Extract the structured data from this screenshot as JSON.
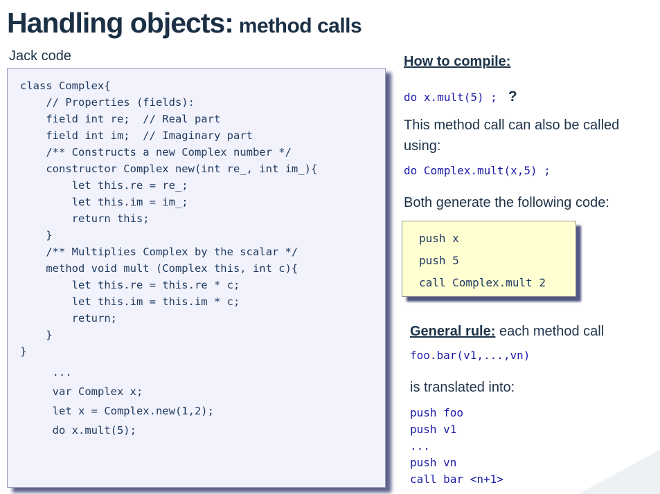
{
  "slide": {
    "title_main": "Handling objects:",
    "title_sub": " method calls"
  },
  "left": {
    "label": "Jack code",
    "code_main": "class Complex{\n    // Properties (fields):\n    field int re;  // Real part\n    field int im;  // Imaginary part\n    /** Constructs a new Complex number */\n    constructor Complex new(int re_, int im_){\n        let this.re = re_;\n        let this.im = im_;\n        return this;\n    }\n    /** Multiplies Complex by the scalar */\n    method void mult (Complex this, int c){\n        let this.re = this.re * c;\n        let this.im = this.im * c;\n        return;\n    }\n}",
    "code_tail": "     ...\n     var Complex x;\n     let x = Complex.new(1,2);\n     do x.mult(5);"
  },
  "right": {
    "how_heading": "How to compile:",
    "call1_code": "do x.mult(5) ;",
    "call1_question": "?",
    "also_text": "This method call can also be called using:",
    "call2_code": "do Complex.mult(x,5) ;",
    "both_text": "Both generate the following code:",
    "vm_box_code": "push x\npush 5\ncall Complex.mult 2",
    "rule_heading": "General rule:",
    "rule_rest": " each method call",
    "rule_code": "foo.bar(v1,...,vn)",
    "translated_text": "is translated into:",
    "vm_general_code": "push foo\npush v1\n...\npush vn\ncall bar <n+1>"
  },
  "colors": {
    "title_navy": "#1b3045",
    "body_navy": "#1d3349",
    "code_navy": "#1f3a60",
    "code_blue": "#1a1aa8",
    "panel_bg": "#f1f2fb",
    "panel_border": "#959bc0",
    "yellow_box_bg": "#ffffd2",
    "yellow_box_border": "#8f8f8f",
    "shadow_navy": "#2a2f64",
    "corner_gray": "#eef1f4"
  }
}
